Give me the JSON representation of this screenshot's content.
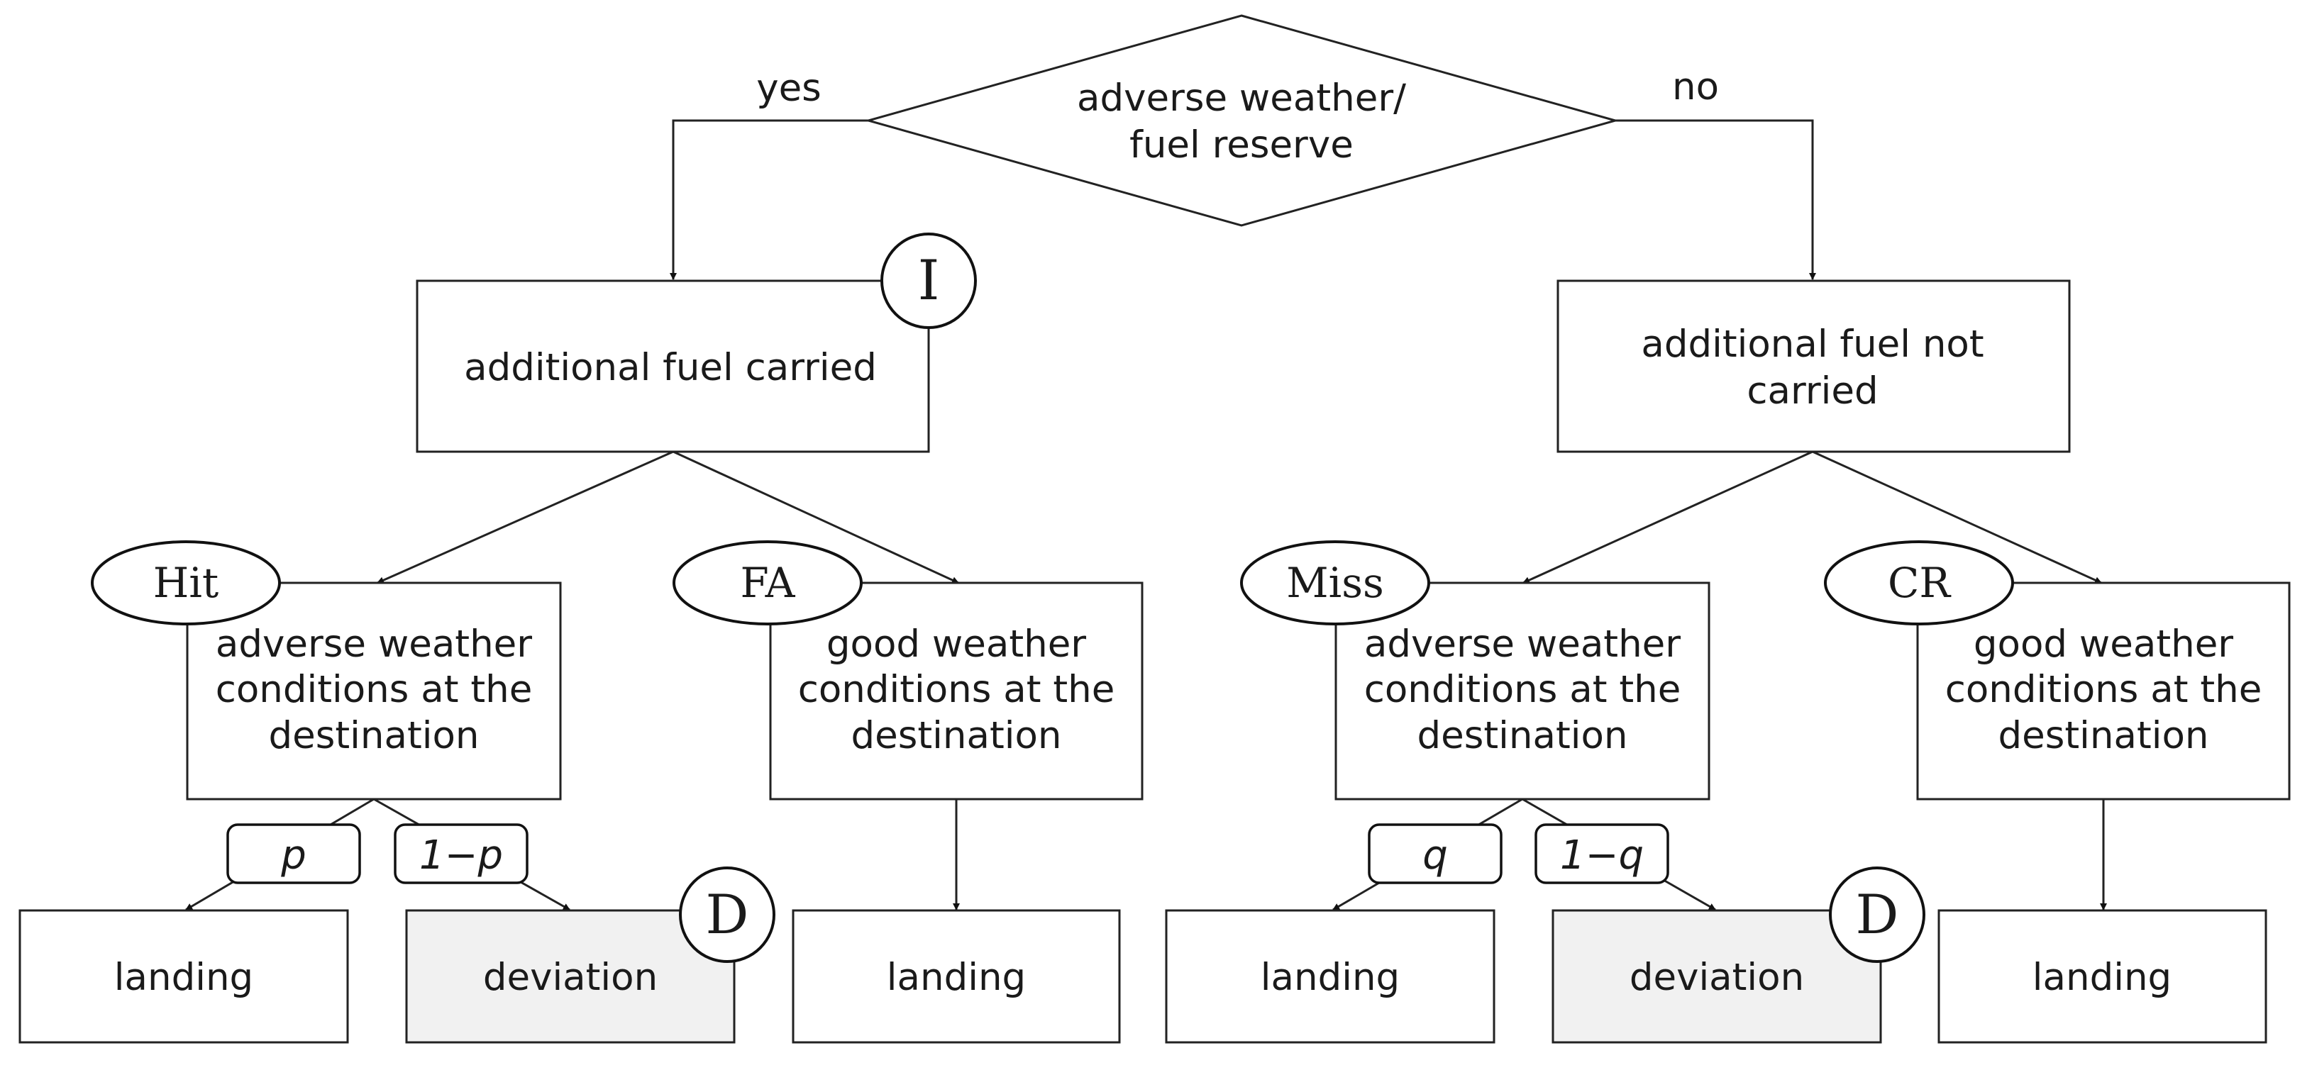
{
  "decision": {
    "label_line1": "adverse weather/",
    "label_line2": "fuel reserve",
    "yes_label": "yes",
    "no_label": "no"
  },
  "left_branch": {
    "box_label": "additional fuel carried",
    "badge": "I",
    "outcomes": [
      {
        "tag": "Hit",
        "line1": "adverse weather",
        "line2": "conditions at the",
        "line3": "destination",
        "prob_a": "p",
        "prob_b": "1−p",
        "leaf_a": "landing",
        "leaf_b": "deviation",
        "leaf_b_badge": "D"
      },
      {
        "tag": "FA",
        "line1": "good weather",
        "line2": "conditions at the",
        "line3": "destination",
        "leaf": "landing"
      }
    ]
  },
  "right_branch": {
    "box_line1": "additional fuel not",
    "box_line2": "carried",
    "outcomes": [
      {
        "tag": "Miss",
        "line1": "adverse weather",
        "line2": "conditions at the",
        "line3": "destination",
        "prob_a": "q",
        "prob_b": "1−q",
        "leaf_a": "landing",
        "leaf_b": "deviation",
        "leaf_b_badge": "D"
      },
      {
        "tag": "CR",
        "line1": "good weather",
        "line2": "conditions at the",
        "line3": "destination",
        "leaf": "landing"
      }
    ]
  },
  "colors": {
    "line": "#222222",
    "deviation_fill": "#f1f1f1",
    "background": "#ffffff"
  }
}
